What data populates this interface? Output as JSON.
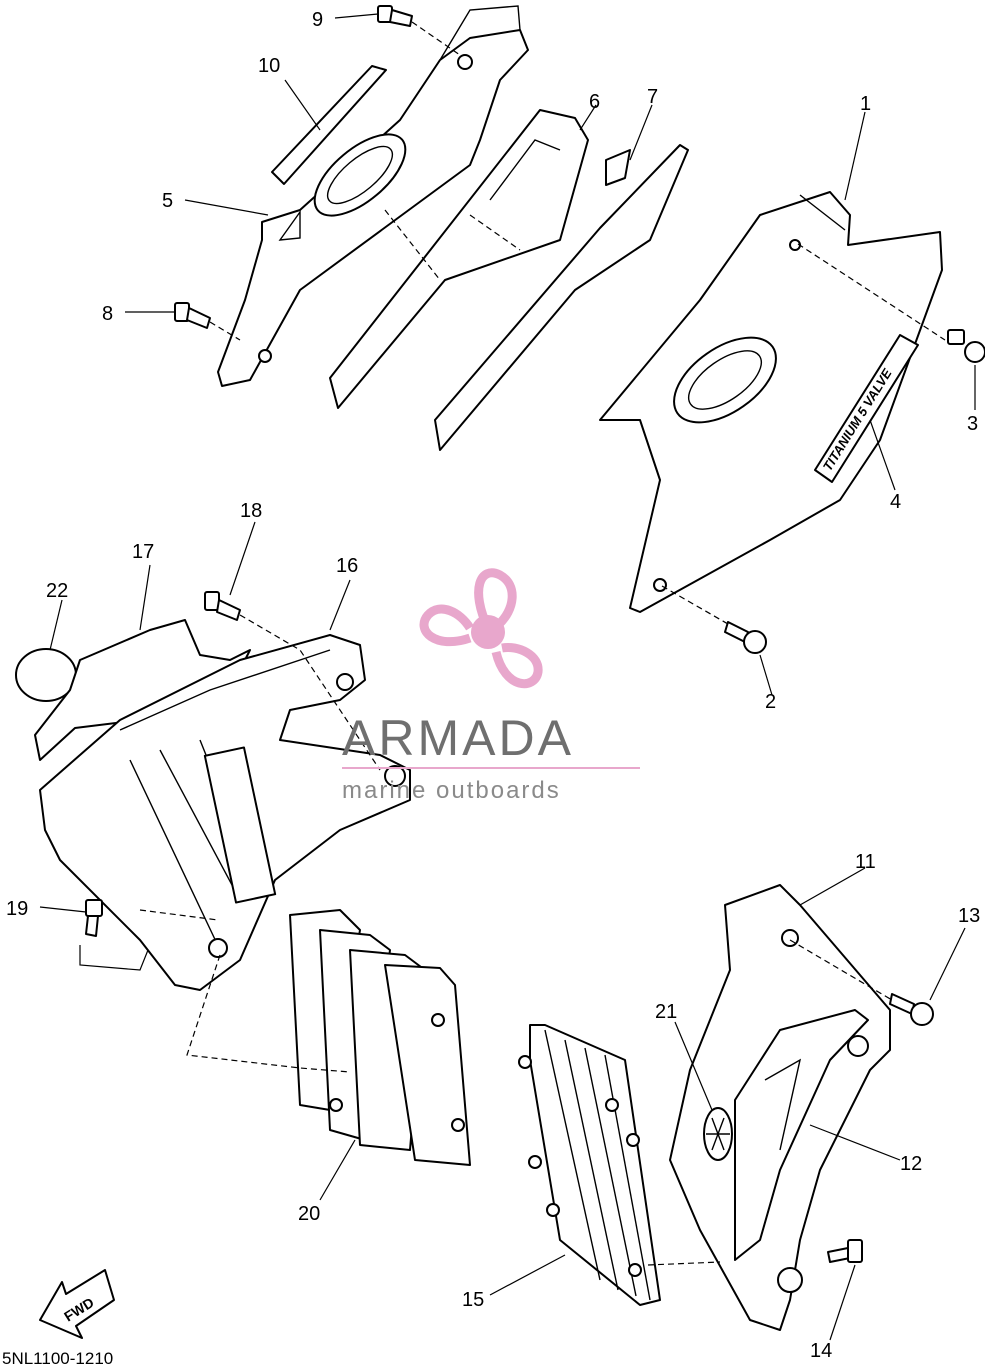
{
  "diagram_code": "5NL1100-1210",
  "decal_text": "TITANIUM 5 VALVE",
  "fwd_label": "FWD",
  "watermark": {
    "title": "ARMADA",
    "subtitle": "marine outboards",
    "accent_color": "#e8a7cc"
  },
  "callouts": [
    "1",
    "2",
    "3",
    "4",
    "5",
    "6",
    "7",
    "8",
    "9",
    "10",
    "11",
    "12",
    "13",
    "14",
    "15",
    "16",
    "17",
    "18",
    "19",
    "20",
    "21",
    "22"
  ],
  "colors": {
    "line": "#000000",
    "background": "#ffffff"
  }
}
